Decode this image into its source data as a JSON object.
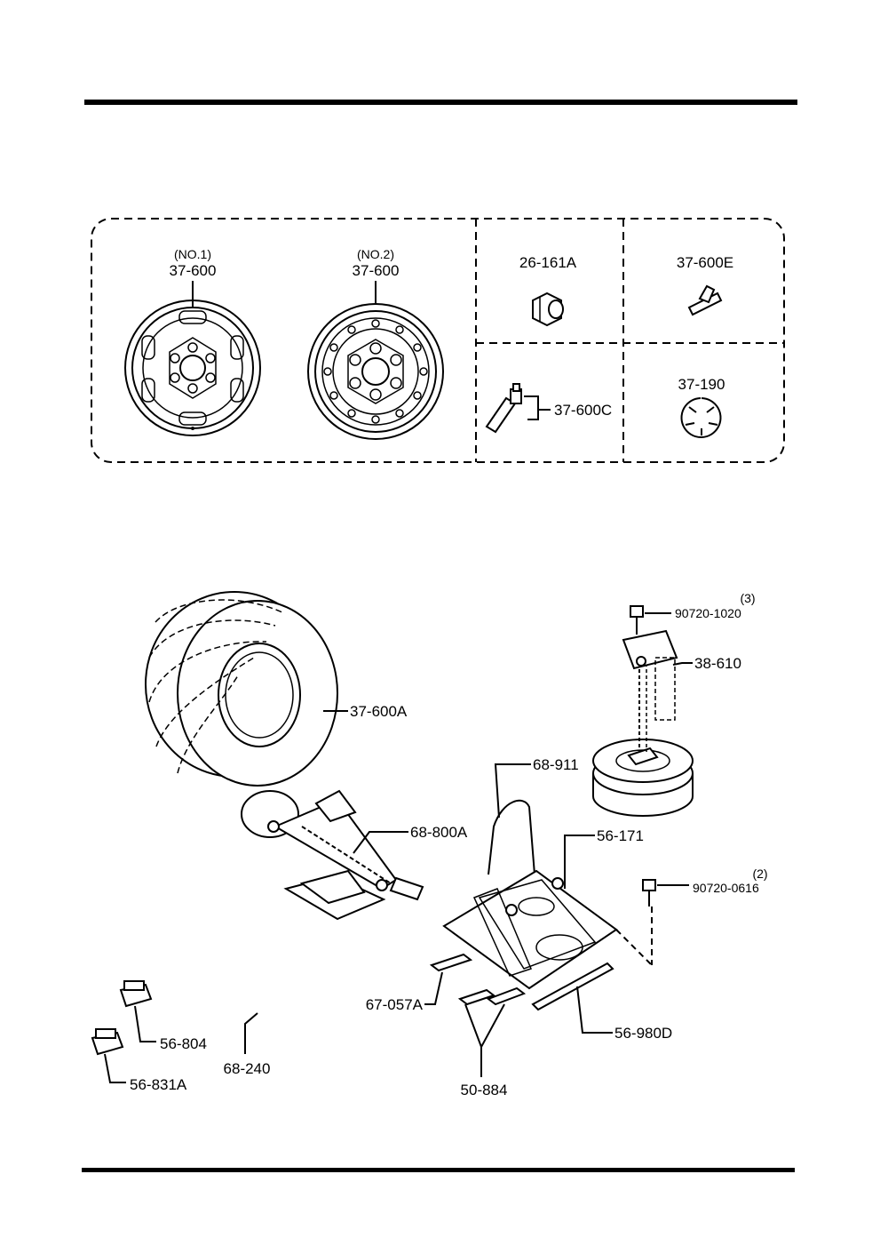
{
  "box_labels": {
    "wheel1_qty": "(NO.1)",
    "wheel1_part": "37-600",
    "wheel2_qty": "(NO.2)",
    "wheel2_part": "37-600",
    "lug_nut": "26-161A",
    "weight": "37-600E",
    "valve": "37-600C",
    "cap": "37-190"
  },
  "parts": {
    "tire": "37-600A",
    "jack": "68-800A",
    "strap": "68-911",
    "tray": "56-171",
    "bolt_top_qty": "(3)",
    "bolt_top": "90720-1020",
    "carrier": "38-610",
    "bolt_right_qty": "(2)",
    "bolt_right": "90720-0616",
    "pad_left": "67-057A",
    "pad_right": "56-980D",
    "pads_mid": "50-884",
    "handle": "68-240",
    "clip_a": "56-804",
    "clip_b": "56-831A"
  }
}
